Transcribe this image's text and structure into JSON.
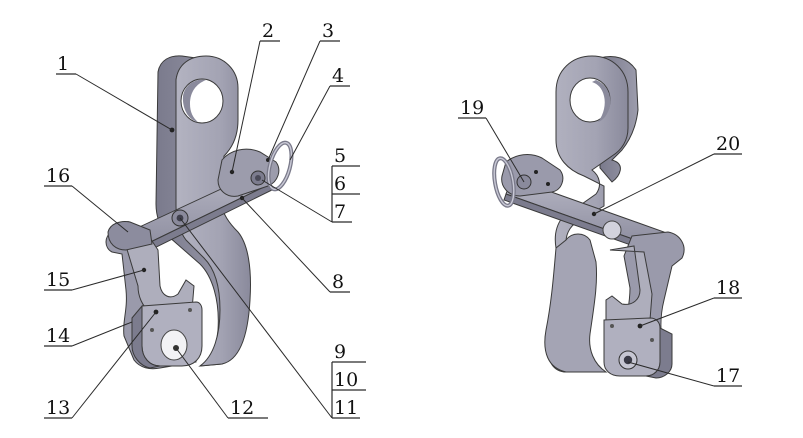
{
  "callouts": {
    "c1": "1",
    "c2": "2",
    "c3": "3",
    "c4": "4",
    "c5": "5",
    "c6": "6",
    "c7": "7",
    "c8": "8",
    "c9": "9",
    "c10": "10",
    "c11": "11",
    "c12": "12",
    "c13": "13",
    "c14": "14",
    "c15": "15",
    "c16": "16",
    "c17": "17",
    "c18": "18",
    "c19": "19",
    "c20": "20"
  },
  "colors": {
    "metal_light": "#a7a7b6",
    "metal_mid": "#8f8fa0",
    "metal_dark": "#6e6e80",
    "metal_shadow": "#5a5a6a",
    "background": "#ffffff"
  }
}
